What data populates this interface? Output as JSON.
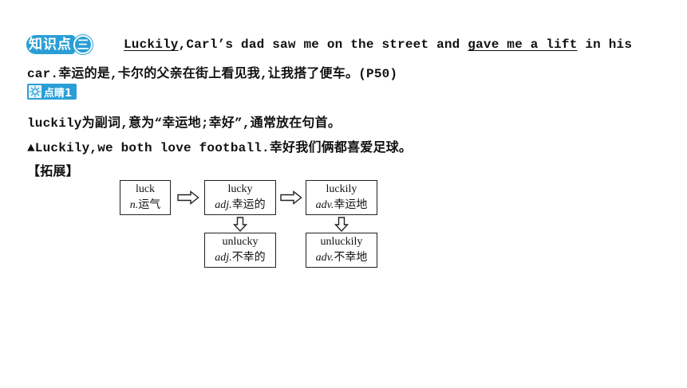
{
  "knowledge_point": {
    "badge_text": "知识点",
    "badge_number": "三",
    "sentence_en_part1": "Luckily",
    "sentence_en_part2": ",Carl’s dad saw me on the street and ",
    "sentence_en_part3": "gave me a lift",
    "sentence_en_part4": " in his",
    "sentence_line2": "car.幸运的是,卡尔的父亲在街上看见我,让我搭了便车。(P50)"
  },
  "dianjing": {
    "badge_text": "点睛1",
    "explanation": "luckily为副词,意为“幸运地;幸好”,通常放在句首。",
    "example": "▲Luckily,we both love football.幸好我们俩都喜爱足球。"
  },
  "expansion": {
    "heading": "【拓展】",
    "boxes": [
      {
        "word": "luck",
        "pos": "n.",
        "meaning": "运气"
      },
      {
        "word": "lucky",
        "pos": "adj.",
        "meaning": "幸运的"
      },
      {
        "word": "luckily",
        "pos": "adv.",
        "meaning": "幸运地"
      },
      {
        "word": "unlucky",
        "pos": "adj.",
        "meaning": "不幸的"
      },
      {
        "word": "unluckily",
        "pos": "adv.",
        "meaning": "不幸地"
      }
    ]
  },
  "colors": {
    "accent": "#2a9fd6",
    "text": "#111111"
  }
}
